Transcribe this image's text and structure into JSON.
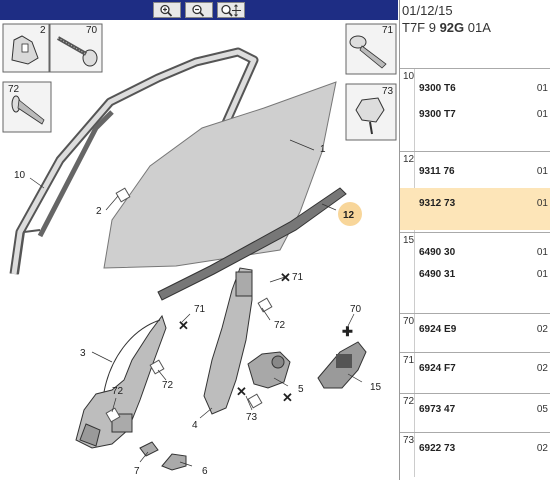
{
  "toolbar": {
    "zoom_in": "zoom-in",
    "zoom_out": "zoom-out",
    "zoom_fit": "zoom-fit"
  },
  "header": {
    "date": "01/12/15",
    "ref_prefix": "T7F 9 ",
    "ref_bold": "92G",
    "ref_suffix": " 01A"
  },
  "callouts": [
    "1",
    "2",
    "3",
    "4",
    "5",
    "7",
    "6",
    "10",
    "12",
    "15",
    "70",
    "71",
    "72",
    "73"
  ],
  "groups": [
    {
      "num": "10",
      "rows": [
        {
          "code": "9300 T6",
          "qty": "01"
        },
        {
          "code": "9300 T7",
          "qty": "01"
        }
      ]
    },
    {
      "num": "12",
      "rows": [
        {
          "code": "9311 76",
          "qty": "01"
        },
        {
          "code": "9312 73",
          "qty": "01",
          "highlight": true
        }
      ]
    },
    {
      "num": "15",
      "rows": [
        {
          "code": "6490 30",
          "qty": "01"
        },
        {
          "code": "6490 31",
          "qty": "01"
        }
      ]
    },
    {
      "num": "70",
      "rows": [
        {
          "code": "6924 E9",
          "qty": "02"
        }
      ]
    },
    {
      "num": "71",
      "rows": [
        {
          "code": "6924 F7",
          "qty": "02"
        }
      ]
    },
    {
      "num": "72",
      "rows": [
        {
          "code": "6973 47",
          "qty": "05"
        }
      ]
    },
    {
      "num": "73",
      "rows": [
        {
          "code": "6922 73",
          "qty": "02"
        }
      ]
    }
  ],
  "colors": {
    "toolbar_bg": "#1e2d84",
    "highlight": "#fde5b8",
    "callout_badge": "#f8d69a"
  }
}
